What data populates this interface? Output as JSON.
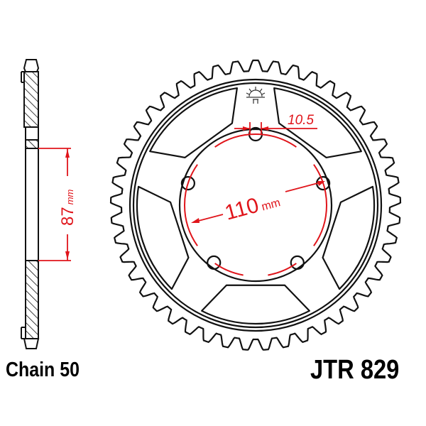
{
  "title_chain": "Chain 50",
  "title_part": "JTR 829",
  "colors": {
    "line": "#111111",
    "dimension": "#e0151b",
    "background": "#ffffff"
  },
  "sprocket": {
    "teeth": 45,
    "bolt_holes": 5,
    "windows": 5
  },
  "dimensions": {
    "bolt_circle": {
      "value": "110",
      "unit": "mm"
    },
    "bolt_hole": {
      "value": "10.5"
    },
    "center_bore_depth": {
      "value": "87",
      "unit": "mm"
    }
  },
  "icons": {
    "logo": "sun-logo-icon"
  }
}
